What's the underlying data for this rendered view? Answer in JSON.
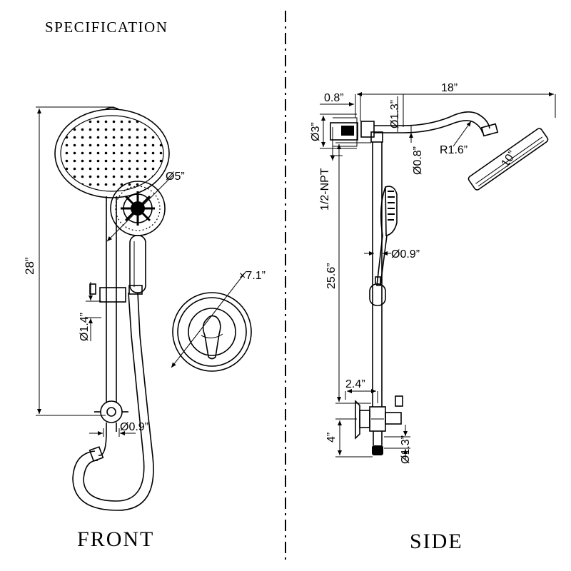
{
  "title": "SPECIFICATION",
  "views": {
    "front": "FRONT",
    "side": "SIDE"
  },
  "dimensions": {
    "front": {
      "height_total": "28”",
      "handshower_dia": "Ø5”",
      "valve_trim_dia": "×7.1”",
      "bar_dia": "Ø1.4”",
      "outlet_dia": "Ø0.9”"
    },
    "side": {
      "arm_length": "18”",
      "offset": "0.8”",
      "flange_dia": "Ø3”",
      "pipe_dia": "Ø1.3”",
      "arm_dia": "Ø0.8”",
      "bend_radius": "R1.6”",
      "head_dia": "10”",
      "thread": "1/2-NPT",
      "bar_length": "25.6”",
      "slider_dia": "Ø0.9”",
      "diverter_offset": "2.4”",
      "diverter_height": "4”",
      "lower_pipe_dia": "Ø1.3”"
    }
  }
}
